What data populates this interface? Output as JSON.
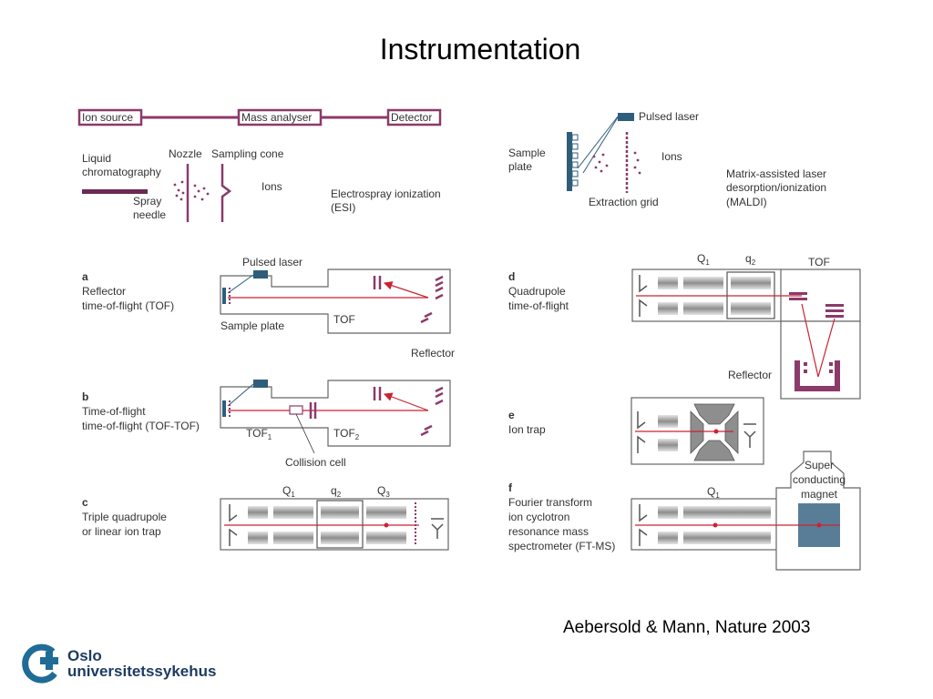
{
  "title": "Instrumentation",
  "citation": "Aebersold & Mann, Nature 2003",
  "logo": {
    "line1": "Oslo",
    "line2": "universitetssykehus",
    "icon": "cross-ring-icon",
    "brand_color": "#1f6c97"
  },
  "colors": {
    "frame": "#8b3a6a",
    "laser": "#2f5e7b",
    "beam": "#cc2233",
    "grid": "#9b9b9b",
    "text": "#333333"
  },
  "flow": {
    "ion_source": "Ion source",
    "mass_analyser": "Mass analyser",
    "detector": "Detector"
  },
  "esi": {
    "lc_line1": "Liquid",
    "lc_line2": "chromatography",
    "nozzle": "Nozzle",
    "sampling_cone": "Sampling cone",
    "ions": "Ions",
    "spray_line1": "Spray",
    "spray_line2": "needle",
    "name_line1": "Electrospray ionization",
    "name_line2": "(ESI)"
  },
  "maldi": {
    "pulsed_laser": "Pulsed laser",
    "sample_line1": "Sample",
    "sample_line2": "plate",
    "ions": "Ions",
    "extraction_grid": "Extraction grid",
    "name_line1": "Matrix-assisted laser",
    "name_line2": "desorption/ionization",
    "name_line3": "(MALDI)"
  },
  "panel_a": {
    "letter": "a",
    "line1": "Reflector",
    "line2": "time-of-flight (TOF)",
    "pulsed_laser": "Pulsed laser",
    "sample_plate": "Sample plate",
    "tof": "TOF",
    "reflector": "Reflector"
  },
  "panel_b": {
    "letter": "b",
    "line1": "Time-of-flight",
    "line2": "time-of-flight (TOF-TOF)",
    "tof1": "TOF",
    "tof1_sub": "1",
    "tof2": "TOF",
    "tof2_sub": "2",
    "collision_cell": "Collision cell"
  },
  "panel_c": {
    "letter": "c",
    "line1": "Triple quadrupole",
    "line2": "or linear ion trap",
    "q1": "Q",
    "q1_sub": "1",
    "q2": "q",
    "q2_sub": "2",
    "q3": "Q",
    "q3_sub": "3"
  },
  "panel_d": {
    "letter": "d",
    "line1": "Quadrupole",
    "line2": "time-of-flight",
    "q1": "Q",
    "q1_sub": "1",
    "q2": "q",
    "q2_sub": "2",
    "tof": "TOF",
    "reflector": "Reflector"
  },
  "panel_e": {
    "letter": "e",
    "line1": "Ion trap"
  },
  "panel_f": {
    "letter": "f",
    "line1": "Fourier transform",
    "line2": "ion cyclotron",
    "line3": "resonance mass",
    "line4": "spectrometer (FT-MS)",
    "q1": "Q",
    "q1_sub": "1",
    "magnet_line1": "Super",
    "magnet_line2": "conducting",
    "magnet_line3": "magnet"
  }
}
